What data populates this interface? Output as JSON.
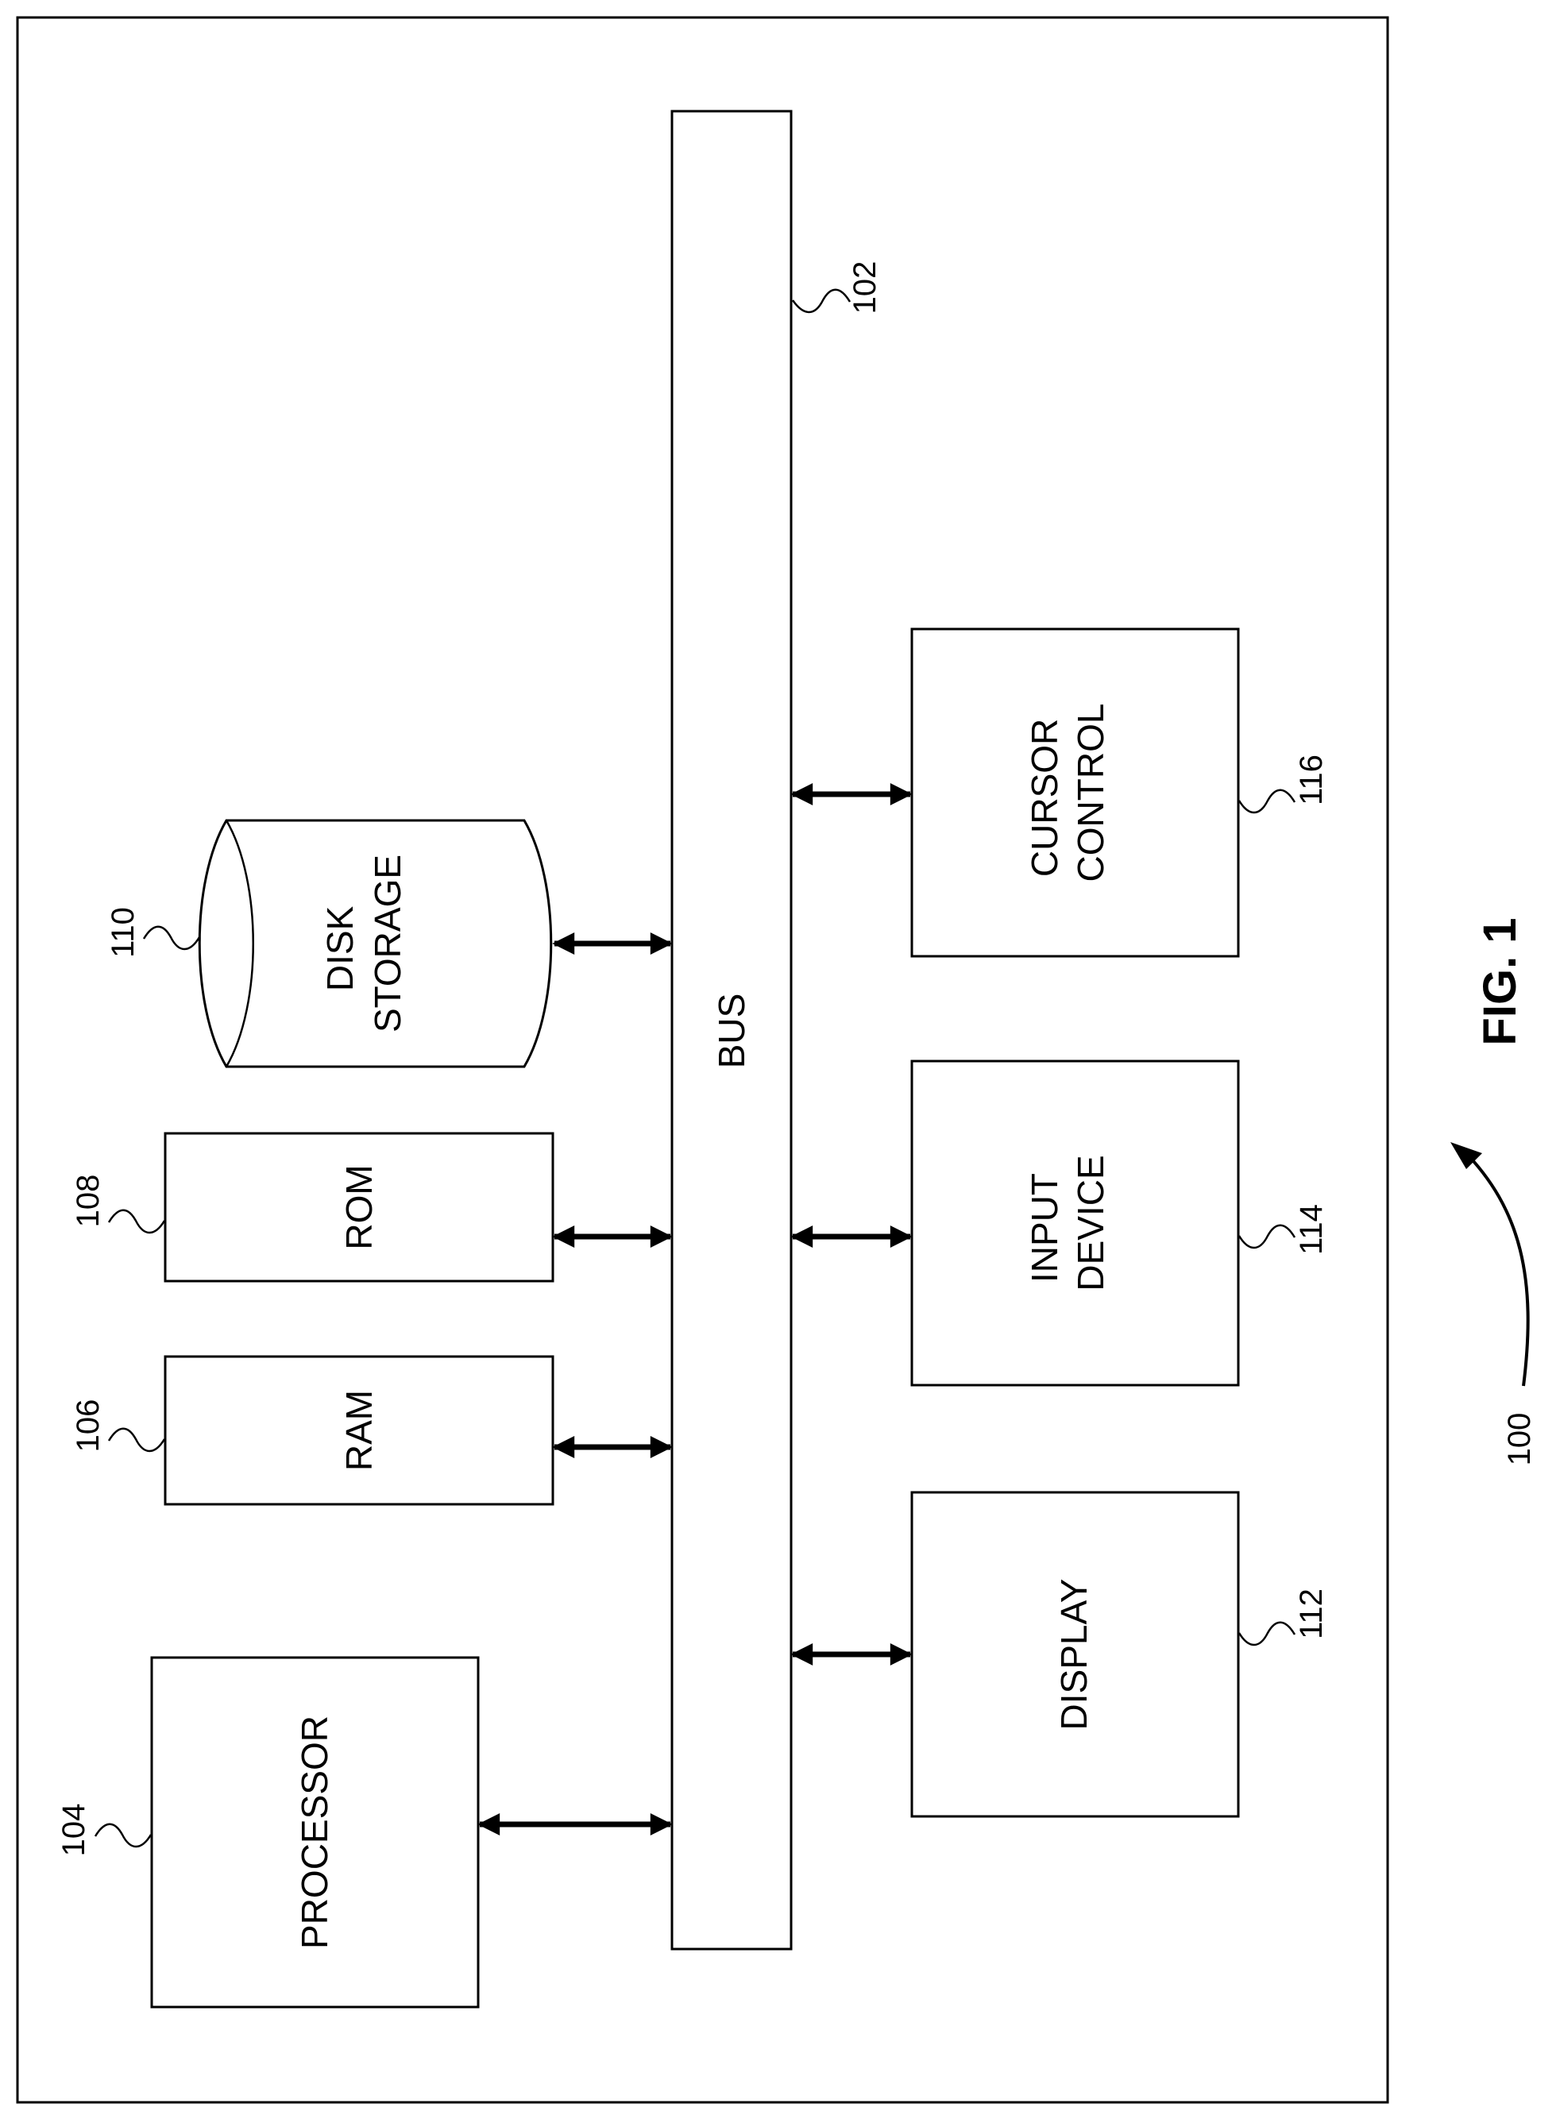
{
  "figure": {
    "label": "FIG. 1",
    "system_ref": "100"
  },
  "blocks": {
    "bus": {
      "label": "BUS",
      "ref": "102"
    },
    "processor": {
      "label": "PROCESSOR",
      "ref": "104"
    },
    "ram": {
      "label": "RAM",
      "ref": "106"
    },
    "rom": {
      "label": "ROM",
      "ref": "108"
    },
    "disk": {
      "line1": "DISK",
      "line2": "STORAGE",
      "ref": "110"
    },
    "display": {
      "label": "DISPLAY",
      "ref": "112"
    },
    "input": {
      "line1": "INPUT",
      "line2": "DEVICE",
      "ref": "114"
    },
    "cursor": {
      "line1": "CURSOR",
      "line2": "CONTROL",
      "ref": "116"
    }
  },
  "colors": {
    "stroke": "#000000",
    "background": "#ffffff"
  }
}
